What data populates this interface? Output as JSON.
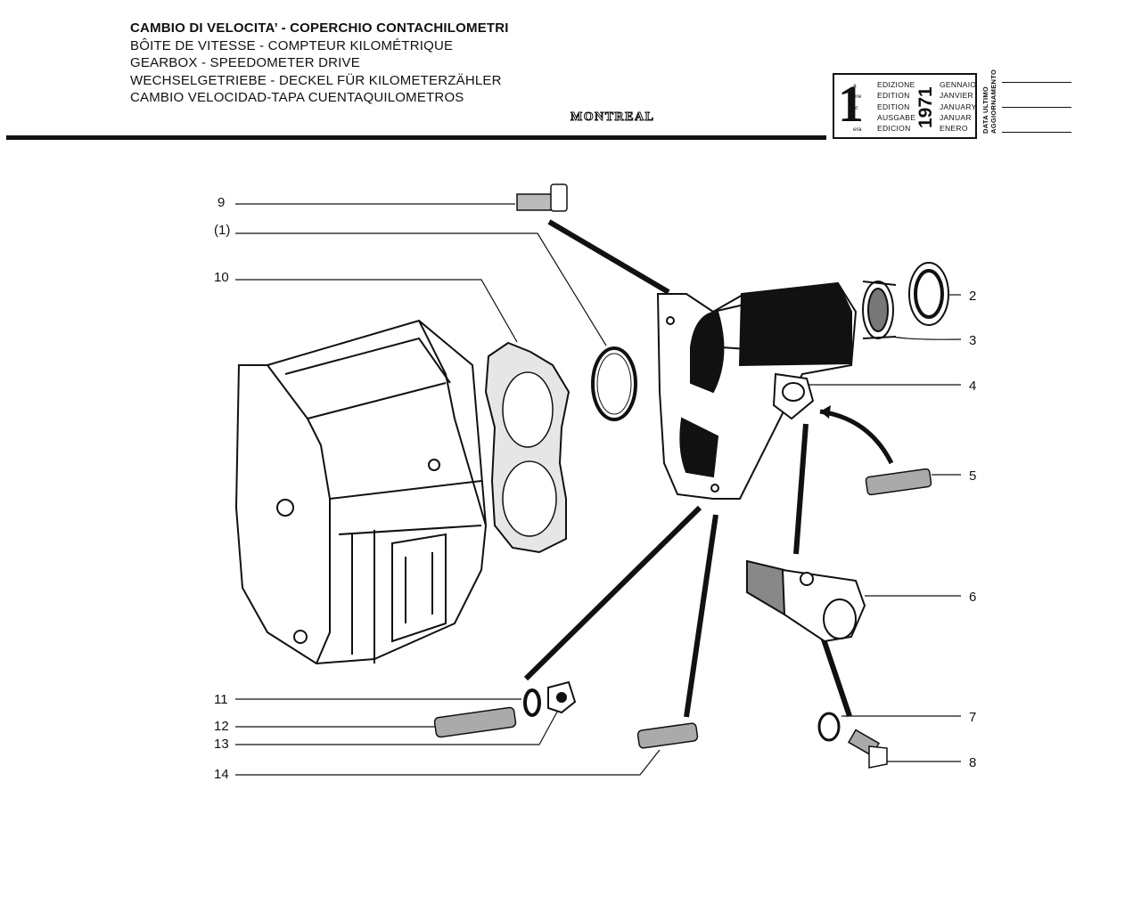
{
  "header": {
    "titles": [
      "CAMBIO DI VELOCITA’ - COPERCHIO CONTACHILOMETRI",
      "BÔITE DE VITESSE - COMPTEUR KILOMÉTRIQUE",
      "GEARBOX - SPEEDOMETER DRIVE",
      "WECHSELGETRIEBE - DECKEL FÜR KILOMETERZÄHLER",
      "CAMBIO VELOCIDAD-TAPA CUENTAQUILOMETROS"
    ],
    "model": "MONTREAL"
  },
  "edition": {
    "number": "1",
    "suffixes": [
      "a",
      "ère",
      "st",
      ".",
      "era"
    ],
    "labels": [
      "EDIZIONE",
      "EDITION",
      "EDITION",
      "AUSGABE",
      "EDICION"
    ],
    "year": "1971",
    "months": [
      "GENNAIO",
      "JANVIER",
      "JANUARY",
      "JANUAR",
      "ENERO"
    ],
    "update_label": [
      "DATA ULTIMO",
      "AGGIORNAMENTO"
    ]
  },
  "callouts": {
    "9": "9",
    "ref1": "(1)",
    "10": "10",
    "2": "2",
    "3": "3",
    "4": "4",
    "5": "5",
    "6": "6",
    "7": "7",
    "8": "8",
    "11": "11",
    "12": "12",
    "13": "13",
    "14": "14"
  }
}
